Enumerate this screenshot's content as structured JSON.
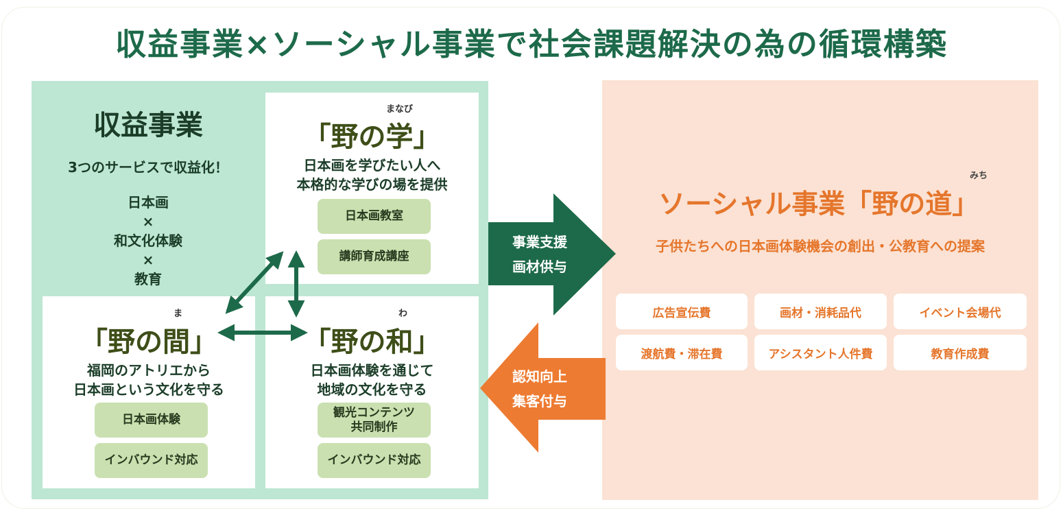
{
  "title": "収益事業×ソーシャル事業で社会課題解決の為の循環構築",
  "revenue": {
    "heading": "収益事業",
    "subtitle": "3つのサービスで収益化！",
    "combo": [
      "日本画",
      "×",
      "和文化体験",
      "×",
      "教育"
    ]
  },
  "manabi": {
    "name": "「野の学」",
    "ruby": "まなび",
    "desc": [
      "日本画を学びたい人へ",
      "本格的な学びの場を提供"
    ],
    "items": [
      "日本画教室",
      "講師育成講座"
    ]
  },
  "ma": {
    "name": "「野の間」",
    "ruby": "ま",
    "desc": [
      "福岡のアトリエから",
      "日本画という文化を守る"
    ],
    "items": [
      "日本画体験",
      "インバウンド対応"
    ]
  },
  "wa": {
    "name": "「野の和」",
    "ruby": "わ",
    "desc": [
      "日本画体験を通じて",
      "地域の文化を守る"
    ],
    "items": [
      "観光コンテンツ\n共同制作",
      "インバウンド対応"
    ]
  },
  "arrows": {
    "to_social": [
      "事業支援",
      "画材供与"
    ],
    "to_revenue": [
      "認知向上",
      "集客付与"
    ]
  },
  "social": {
    "heading": "ソーシャル事業「野の道」",
    "ruby": "みち",
    "subtitle": "子供たちへの日本画体験機会の創出・公教育への提案",
    "costs": [
      "広告宣伝費",
      "画材・消耗品代",
      "イベント会場代",
      "渡航費・滞在費",
      "アシスタント人件費",
      "教育作成費"
    ]
  },
  "colors": {
    "title_green": "#1d6a4a",
    "panel_green": "#bde7d3",
    "pill_green": "#cae0b0",
    "arrow_green": "#1d6a4a",
    "panel_orange": "#fbe2d4",
    "accent_orange": "#e5762c"
  }
}
